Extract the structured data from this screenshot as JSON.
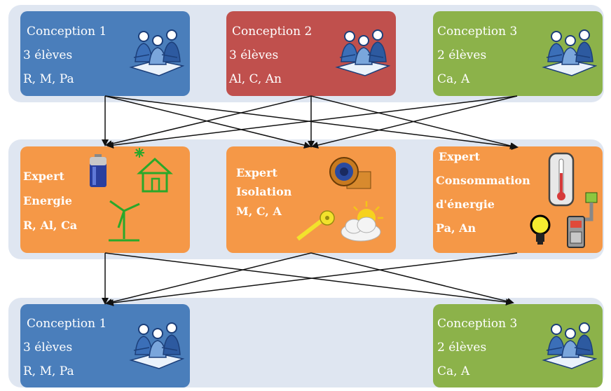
{
  "top_row": [
    {
      "title": "Conception 1",
      "count": "3 élèves",
      "members": "R, M, Pa"
    },
    {
      "title": "Conception 2",
      "count": "3 élèves",
      "members": "Al, C, An"
    },
    {
      "title": "Conception 3",
      "count": "2 élèves",
      "members": "Ca, A"
    }
  ],
  "experts": [
    {
      "line1": "Expert",
      "line2": "Energie",
      "members": "R, Al, Ca"
    },
    {
      "line1": "Expert",
      "line2": "Isolation",
      "members": "M, C, A"
    },
    {
      "line1": "Expert",
      "line2": "Consommation",
      "line3": "d'énergie",
      "members": "Pa, An"
    }
  ],
  "bottom_row": [
    {
      "title": "Conception 1",
      "count": "3 élèves",
      "members": "R, M, Pa"
    },
    {
      "title": "Conception 3",
      "count": "2 élèves",
      "members": "Ca, A"
    }
  ],
  "colors": {
    "blue": "#4a7ebb",
    "red": "#c0504d",
    "green": "#8cb24a",
    "orange": "#f59847",
    "band": "#dfe6f1"
  },
  "icons": [
    "team-icon",
    "battery-icon",
    "house-sun-icon",
    "wind-turbine-icon",
    "insulation-roll-icon",
    "tape-measure-icon",
    "sun-cloud-icon",
    "thermometer-icon",
    "light-bulb-icon",
    "electric-meter-icon"
  ]
}
